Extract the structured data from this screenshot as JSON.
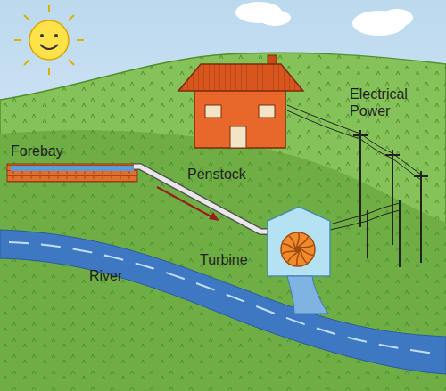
{
  "diagram": {
    "labels": [
      "Forebay",
      "Penstock",
      "Electrical Power",
      "Turbine",
      "River"
    ]
  }
}
